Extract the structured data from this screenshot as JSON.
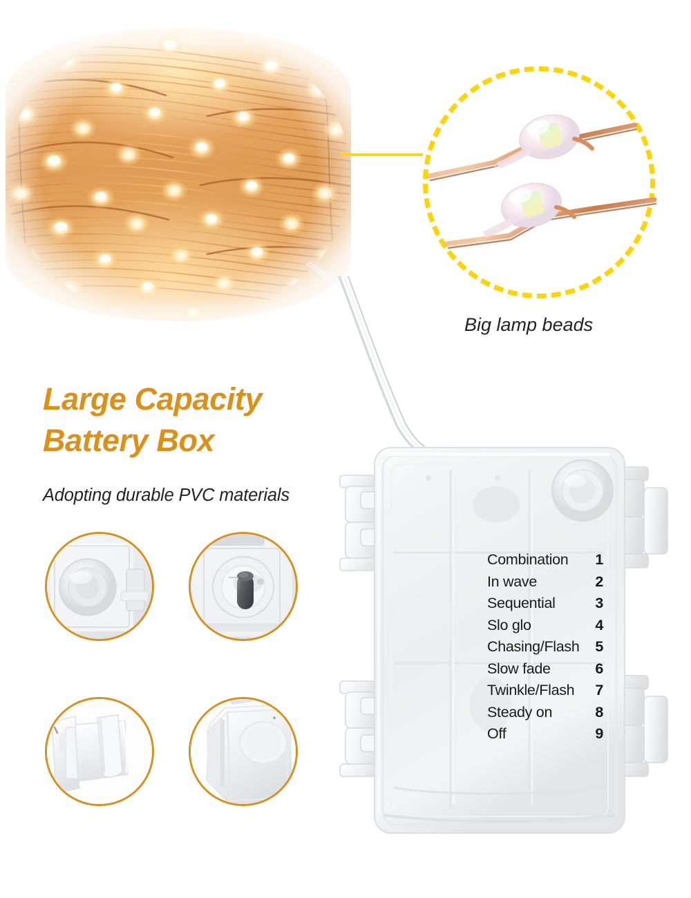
{
  "headline": {
    "line1": "Large Capacity",
    "line2": "Battery Box",
    "color": "#DD9018"
  },
  "subhead": "Adopting durable PVC materials",
  "callouts": {
    "bead_caption": "Big lamp beads",
    "circle_color": "#FFD400",
    "leader_color": "#FFD21A"
  },
  "detail_circles": [
    {
      "name": "button-cover",
      "border_color": "#D9901A"
    },
    {
      "name": "switch",
      "border_color": "#D9901A"
    },
    {
      "name": "clasp",
      "border_color": "#D9901A"
    },
    {
      "name": "corner",
      "border_color": "#D9901A"
    }
  ],
  "battery_box": {
    "modes": [
      {
        "label": "Combination",
        "number": "1"
      },
      {
        "label": "In wave",
        "number": "2"
      },
      {
        "label": "Sequential",
        "number": "3"
      },
      {
        "label": "Slo glo",
        "number": "4"
      },
      {
        "label": "Chasing/Flash",
        "number": "5"
      },
      {
        "label": "Slow fade",
        "number": "6"
      },
      {
        "label": "Twinkle/Flash",
        "number": "7"
      },
      {
        "label": "Steady on",
        "number": "8"
      },
      {
        "label": "Off",
        "number": "9"
      }
    ]
  },
  "colors": {
    "copper": "#d89a5c",
    "led_glow": "#fff3cf",
    "box_body": "#f2f3f4"
  }
}
